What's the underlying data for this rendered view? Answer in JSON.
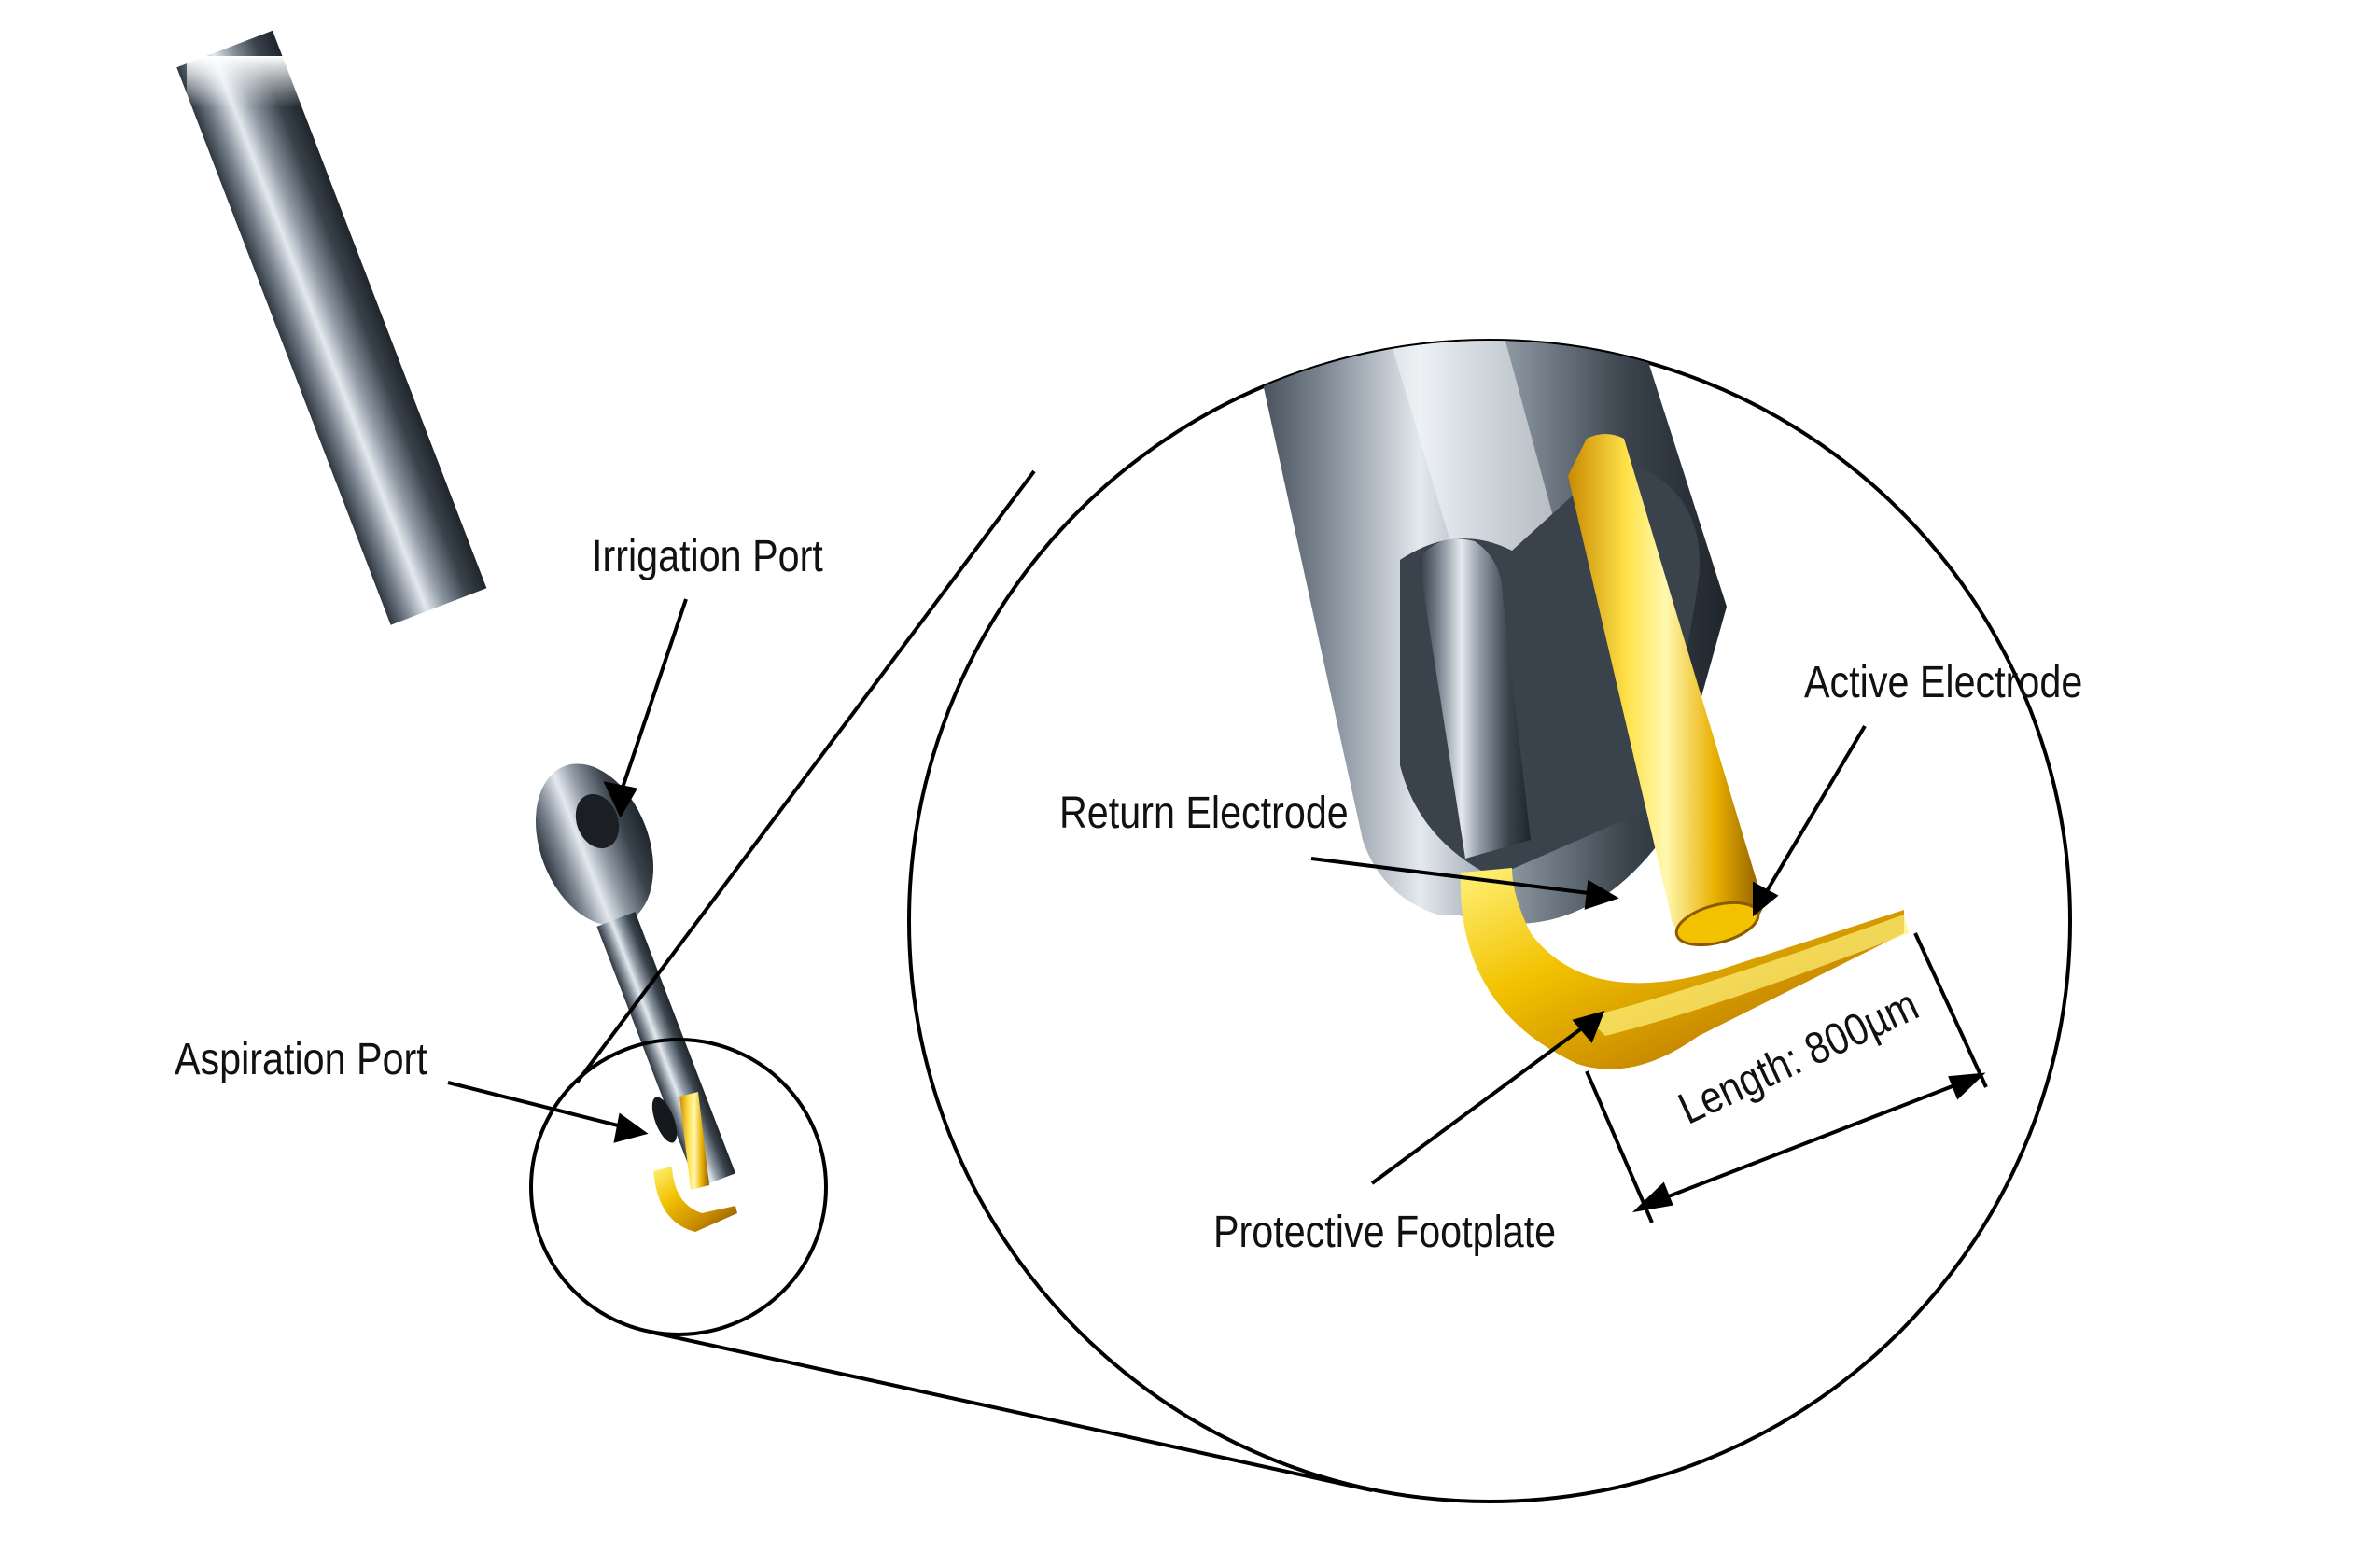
{
  "labels": {
    "irrigation_port": "Irrigation Port",
    "aspiration_port": "Aspiration Port",
    "return_electrode": "Return Electrode",
    "active_electrode": "Active Electrode",
    "protective_footplate": "Protective Footplate",
    "length": "Length: 800µm"
  },
  "colors": {
    "shaft_dark": "#2f3740",
    "shaft_mid": "#6f7a85",
    "shaft_light": "#e4e9ee",
    "gold_dark": "#8a5a00",
    "gold_mid": "#e0a100",
    "gold_light": "#fff27a",
    "line": "#000000"
  }
}
